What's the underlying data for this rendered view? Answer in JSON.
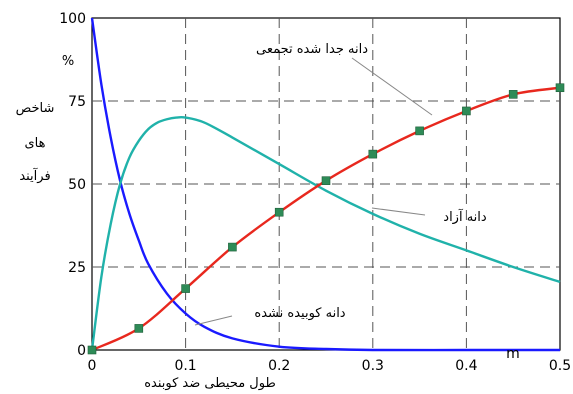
{
  "chart_data": {
    "type": "line",
    "xlabel": "طول محیطی ضد کوبنده",
    "x_unit": "m",
    "ylabel_unit": "%",
    "ylabel_lines": [
      "شاخص",
      "های",
      "فرآیند"
    ],
    "xlim": [
      0,
      0.5
    ],
    "ylim": [
      0,
      100
    ],
    "x_ticks": [
      0,
      0.1,
      0.2,
      0.3,
      0.4,
      0.5
    ],
    "x_tick_labels": [
      "0",
      "0.1",
      "0.2",
      "0.3",
      "0.4",
      "0.5"
    ],
    "y_ticks": [
      0,
      25,
      50,
      75,
      100
    ],
    "y_tick_labels": [
      "0",
      "25",
      "50",
      "75",
      "100"
    ],
    "grid": true,
    "series": [
      {
        "name": "دانه کوبیده نشده",
        "color": "#1a1aff",
        "x": [
          0,
          0.01,
          0.02,
          0.03,
          0.04,
          0.05,
          0.06,
          0.08,
          0.1,
          0.12,
          0.15,
          0.2,
          0.25,
          0.3,
          0.4,
          0.5
        ],
        "y": [
          100,
          80,
          64,
          51,
          41,
          33,
          26,
          17,
          11,
          7,
          3.5,
          1,
          0.3,
          0,
          0,
          0
        ]
      },
      {
        "name": "دانه آزاد",
        "color": "#20b2aa",
        "x": [
          0,
          0.01,
          0.02,
          0.03,
          0.04,
          0.05,
          0.06,
          0.07,
          0.08,
          0.09,
          0.1,
          0.12,
          0.15,
          0.2,
          0.25,
          0.3,
          0.35,
          0.4,
          0.45,
          0.5
        ],
        "y": [
          0,
          22,
          38,
          50,
          58,
          63,
          66.5,
          68.5,
          69.5,
          70,
          70,
          68.5,
          64,
          56,
          48,
          41,
          35,
          30,
          25,
          20.5
        ]
      },
      {
        "name": "دانه جدا شده تجمعی",
        "color": "#e8281e",
        "marker_color": "#2e8b57",
        "x": [
          0,
          0.05,
          0.1,
          0.15,
          0.2,
          0.25,
          0.3,
          0.35,
          0.4,
          0.45,
          0.5
        ],
        "y": [
          0,
          6.5,
          18.5,
          31,
          41.5,
          51,
          59,
          66,
          72,
          77,
          79
        ]
      }
    ],
    "annotations": [
      {
        "text": "دانه جدا شده تجمعی",
        "series": 2
      },
      {
        "text": "دانه آزاد",
        "series": 1
      },
      {
        "text": "دانه کوبیده نشده",
        "series": 0
      }
    ]
  }
}
